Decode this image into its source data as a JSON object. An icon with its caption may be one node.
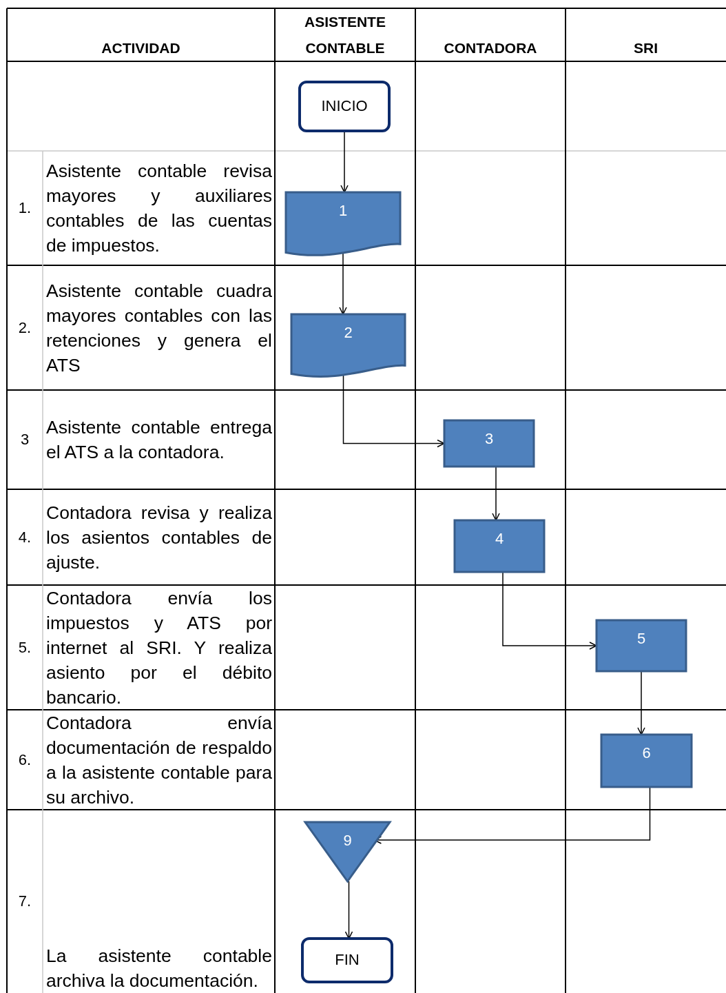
{
  "diagram": {
    "nodes": [
      {
        "text": [
          "INICIO"
        ]
      },
      {
        "text": [
          "1"
        ]
      },
      {
        "text": [
          "2"
        ]
      },
      {
        "text": [
          "3"
        ]
      },
      {
        "text": [
          "4"
        ]
      },
      {
        "text": [
          "5"
        ]
      },
      {
        "text": [
          "6"
        ]
      },
      {
        "text": [
          "9"
        ]
      },
      {
        "text": [
          "FIN"
        ]
      }
    ],
    "edges": [
      {
        "from": 0,
        "to": 1,
        "arrow": "to"
      },
      {
        "from": 1,
        "to": 2,
        "arrow": "to"
      },
      {
        "from": 2,
        "to": 3,
        "arrow": "to"
      },
      {
        "from": 3,
        "to": 4,
        "arrow": "to"
      },
      {
        "from": 4,
        "to": 5,
        "arrow": "to"
      },
      {
        "from": 5,
        "to": 6,
        "arrow": "to"
      },
      {
        "from": 6,
        "to": 7,
        "arrow": "to"
      },
      {
        "from": 7,
        "to": 8,
        "arrow": "to"
      }
    ],
    "labels": [
      "ACTIVIDAD",
      "ASISTENTE CONTABLE",
      "CONTADORA",
      "SRI",
      "1.",
      "Asistente contable revisa mayores y auxiliares contables de las cuentas de impuestos.",
      "2.",
      "Asistente contable cuadra mayores contables con las retenciones y genera el ATS",
      "3",
      "Asistente contable entrega el ATS a la contadora.",
      "4.",
      "Contadora revisa y realiza los asientos contables de ajuste.",
      "5.",
      "Contadora envía los impuestos y ATS por internet al SRI. Y realiza asiento por el débito bancario.",
      "6.",
      "Contadora envía documentación de respaldo a la asistente contable para su archivo.",
      "7.",
      "La asistente contable archiva la documentación."
    ]
  }
}
